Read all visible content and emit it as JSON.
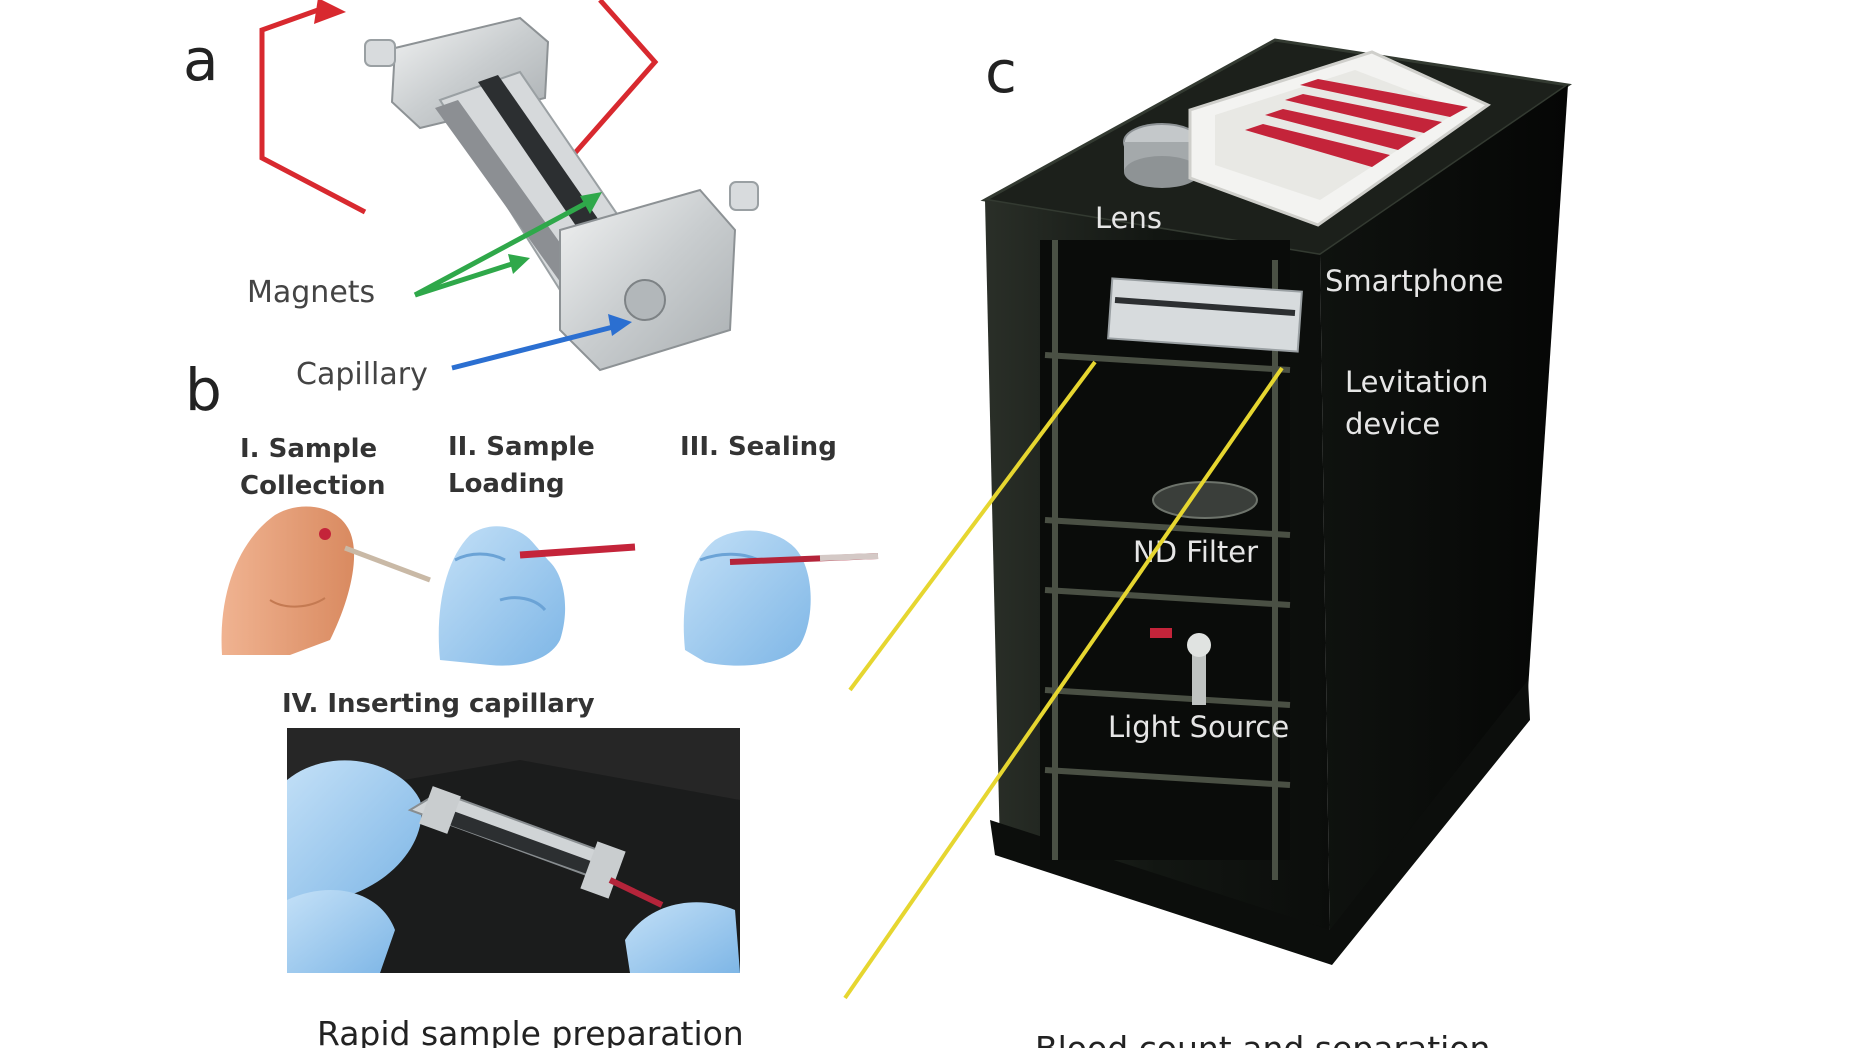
{
  "panels": {
    "a": "a",
    "b": "b",
    "c": "c"
  },
  "panel_a": {
    "magnets": "Magnets",
    "capillary": "Capillary"
  },
  "panel_b": {
    "step1_line1": "I. Sample",
    "step1_line2": "Collection",
    "step2_line1": "II. Sample",
    "step2_line2": "Loading",
    "step3": "III. Sealing",
    "step4": "IV. Inserting capillary",
    "caption": "Rapid sample preparation"
  },
  "panel_c": {
    "lens": "Lens",
    "smartphone": "Smartphone",
    "levitation_line1": "Levitation",
    "levitation_line2": "device",
    "nd_filter": "ND Filter",
    "light_source": "Light Source",
    "caption": "Blood count and separation"
  },
  "colors": {
    "frame_red": "#d8292f",
    "magnet_arrow": "#2fa84a",
    "capillary_arrow": "#2b6fd1",
    "pointer_yellow": "#e6d630",
    "glove": "#8fc4ef",
    "finger": "#e9a27c",
    "device_body": "#151915",
    "blood": "#c4243a"
  },
  "icons": {
    "device": "levitation-device-photo",
    "capillary_holder": "capillary-holder-photo"
  }
}
